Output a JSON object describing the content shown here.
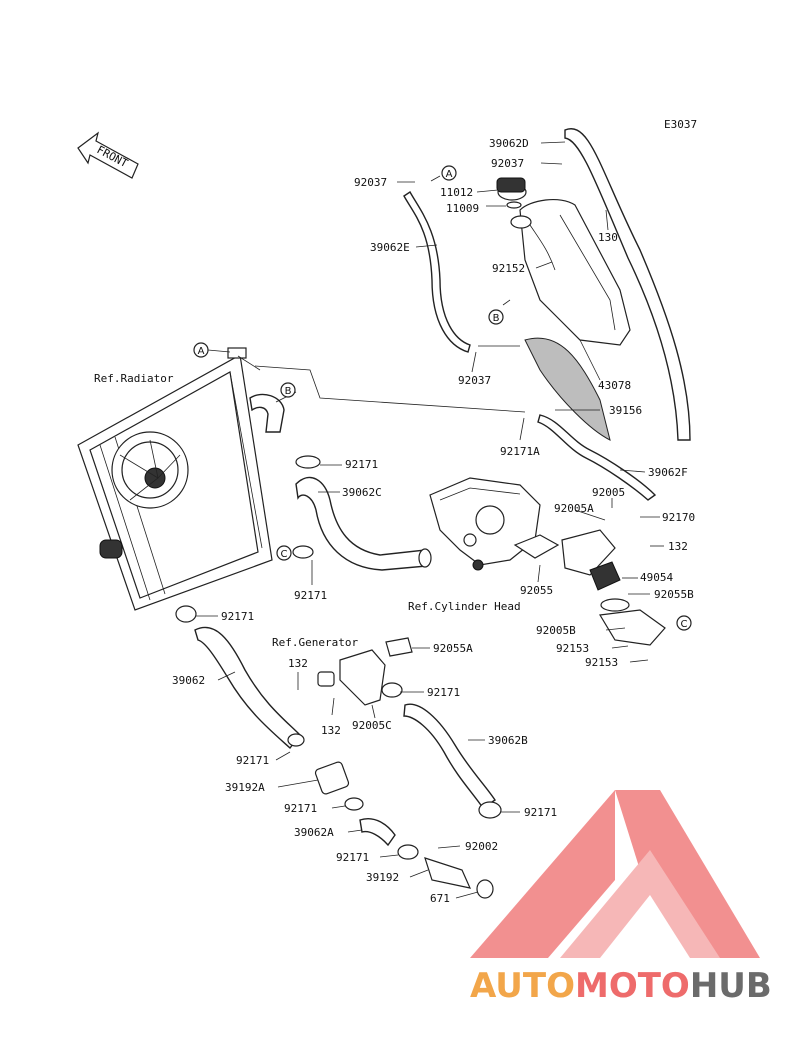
{
  "diagram_code": "E3037",
  "front_label": "FRONT",
  "refs": {
    "radiator": "Ref.Radiator",
    "cylinder_head": "Ref.Cylinder Head",
    "generator": "Ref.Generator"
  },
  "connectors": {
    "a": "A",
    "b": "B",
    "c": "C"
  },
  "labels": {
    "p39062D": "39062D",
    "p92037_top": "92037",
    "p92037_left": "92037",
    "p11012": "11012",
    "p11009": "11009",
    "p130": "130",
    "p39062E": "39062E",
    "p92152": "92152",
    "p92037_bottom": "92037",
    "p43078": "43078",
    "p39156": "39156",
    "p92171A": "92171A",
    "p39062F": "39062F",
    "p92171_1": "92171",
    "p39062C": "39062C",
    "p92005": "92005",
    "p92005A": "92005A",
    "p92170": "92170",
    "p132_right": "132",
    "p49054": "49054",
    "p92055B": "92055B",
    "p92171_c": "92171",
    "p92055": "92055",
    "p92171_2": "92171",
    "p92005B": "92005B",
    "p92153_1": "92153",
    "p92153_2": "92153",
    "p92055A": "92055A",
    "p39062": "39062",
    "p132_gen1": "132",
    "p92171_3": "92171",
    "p132_gen2": "132",
    "p92005C": "92005C",
    "p39062B": "39062B",
    "p92171_4": "92171",
    "p39192A": "39192A",
    "p92171_5": "92171",
    "p92171_6": "92171",
    "p39062A": "39062A",
    "p92002": "92002",
    "p92171_7": "92171",
    "p39192": "39192",
    "p671": "671"
  },
  "watermark": {
    "part1": "AUTO",
    "part2": "MOTO",
    "part3": "HUB"
  },
  "colors": {
    "watermark_logo": "#ee6b6b",
    "watermark_auto": "#f2a64a",
    "watermark_hub": "#6b6b6b"
  }
}
